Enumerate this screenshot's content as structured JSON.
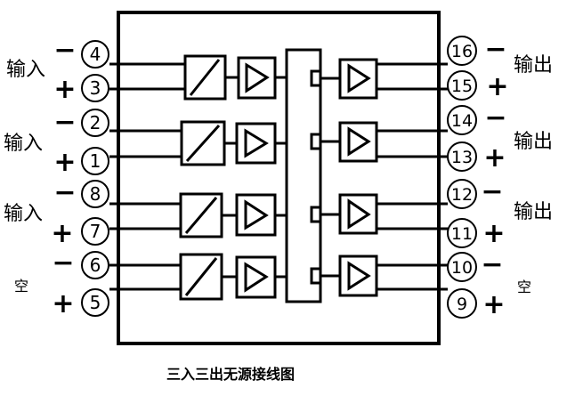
{
  "diagram": {
    "caption": "三入三出无源接线图",
    "left_labels": {
      "in1": "输入",
      "in2": "输入",
      "in3": "输入",
      "empty": "空"
    },
    "right_labels": {
      "out1": "输出",
      "out2": "输出",
      "out3": "输出",
      "empty": "空"
    },
    "left_pins": [
      "4",
      "3",
      "2",
      "1",
      "8",
      "7",
      "6",
      "5"
    ],
    "right_pins": [
      "16",
      "15",
      "14",
      "13",
      "12",
      "11",
      "10",
      "9"
    ],
    "minus_sign": "−",
    "plus_sign": "+"
  }
}
